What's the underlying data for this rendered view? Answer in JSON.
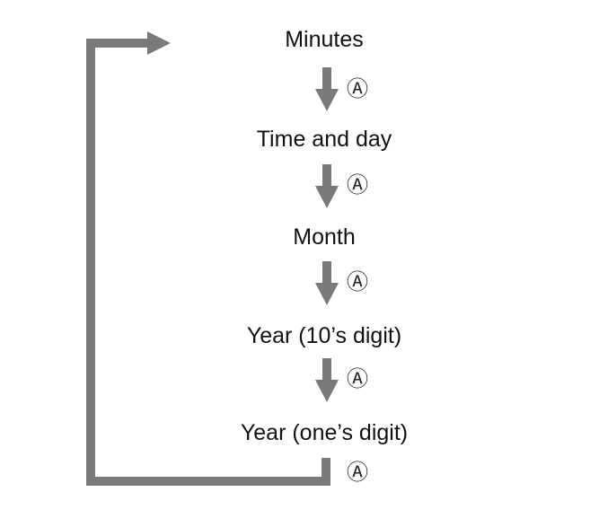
{
  "steps": [
    {
      "label": "Minutes",
      "button": "Ⓐ"
    },
    {
      "label": "Time and day",
      "button": "Ⓐ"
    },
    {
      "label": "Month",
      "button": "Ⓐ"
    },
    {
      "label": "Year (10’s digit)",
      "button": "Ⓐ"
    },
    {
      "label": "Year (one’s digit)",
      "button": "Ⓐ"
    }
  ],
  "colors": {
    "arrow": "#7a7a7a",
    "text": "#111111"
  }
}
